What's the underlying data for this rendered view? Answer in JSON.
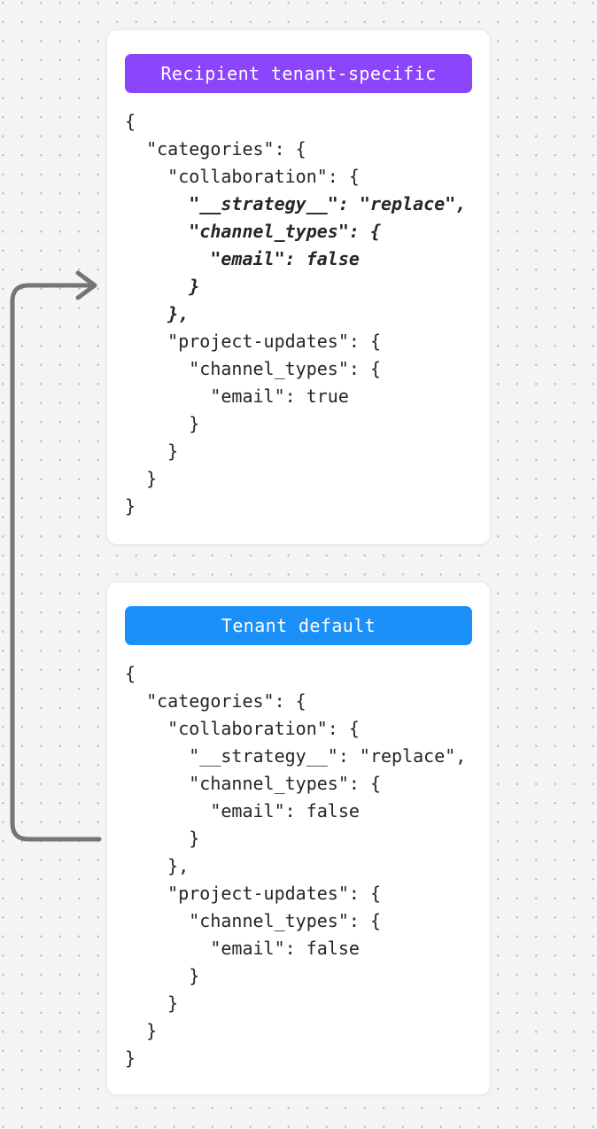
{
  "canvas": {
    "background_color": "#f4f4f5",
    "dot_color": "#bdbdbd"
  },
  "connector": {
    "name": "inheritance-arrow",
    "color": "#757575",
    "description": "arrow from Tenant default card up to Recipient tenant-specific card",
    "direction": "bottom-left-up-right"
  },
  "cards": [
    {
      "id": "recipient-tenant-specific",
      "badge_label": "Recipient tenant-specific",
      "badge_color": "#8c45fa",
      "badge_text_color": "#ffffff",
      "code_lines": [
        {
          "text": "{",
          "emphasis": false
        },
        {
          "text": "  \"categories\": {",
          "emphasis": false
        },
        {
          "text": "    \"collaboration\": {",
          "emphasis": false
        },
        {
          "text": "      \"__strategy__\": \"replace\",",
          "emphasis": true
        },
        {
          "text": "      \"channel_types\": {",
          "emphasis": true
        },
        {
          "text": "        \"email\": false",
          "emphasis": true
        },
        {
          "text": "      }",
          "emphasis": true
        },
        {
          "text": "    },",
          "emphasis": true
        },
        {
          "text": "    \"project-updates\": {",
          "emphasis": false
        },
        {
          "text": "      \"channel_types\": {",
          "emphasis": false
        },
        {
          "text": "        \"email\": true",
          "emphasis": false
        },
        {
          "text": "      }",
          "emphasis": false
        },
        {
          "text": "    }",
          "emphasis": false
        },
        {
          "text": "  }",
          "emphasis": false
        },
        {
          "text": "}",
          "emphasis": false
        }
      ]
    },
    {
      "id": "tenant-default",
      "badge_label": "Tenant default",
      "badge_color": "#1a90f8",
      "badge_text_color": "#ffffff",
      "code_lines": [
        {
          "text": "{",
          "emphasis": false
        },
        {
          "text": "  \"categories\": {",
          "emphasis": false
        },
        {
          "text": "    \"collaboration\": {",
          "emphasis": false
        },
        {
          "text": "      \"__strategy__\": \"replace\",",
          "emphasis": false
        },
        {
          "text": "      \"channel_types\": {",
          "emphasis": false
        },
        {
          "text": "        \"email\": false",
          "emphasis": false
        },
        {
          "text": "      }",
          "emphasis": false
        },
        {
          "text": "    },",
          "emphasis": false
        },
        {
          "text": "    \"project-updates\": {",
          "emphasis": false
        },
        {
          "text": "      \"channel_types\": {",
          "emphasis": false
        },
        {
          "text": "        \"email\": false",
          "emphasis": false
        },
        {
          "text": "      }",
          "emphasis": false
        },
        {
          "text": "    }",
          "emphasis": false
        },
        {
          "text": "  }",
          "emphasis": false
        },
        {
          "text": "}",
          "emphasis": false
        }
      ]
    }
  ]
}
